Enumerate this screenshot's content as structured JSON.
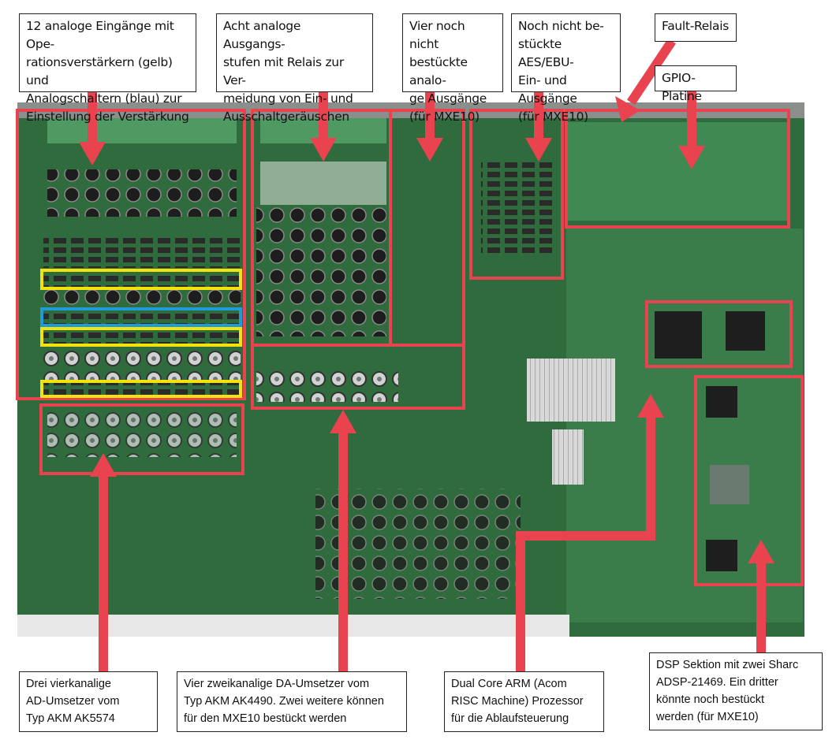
{
  "labels": {
    "inputs": "12 analoge Eingänge mit Operationsverstärkern (gelb) und Analogschaltern (blau) zur Einstellung der Verstärkung",
    "outputs": "Acht analoge Ausgangsstufen mit Relais zur Vermeidung von Ein- und Ausschaltgeräuschen",
    "unpopulated_outputs": "Vier noch nicht bestückte analoge Ausgänge (für MXE10)",
    "aes_ebu": "Noch nicht bestückte AES/EBU-Ein- und Ausgänge (für MXE10)",
    "fault_relay": "Fault-Relais",
    "gpio": "GPIO-Platine",
    "ad_converters": "Drei vierkanalige AD-Umsetzer vom Typ AKM AK5574",
    "da_converters": "Vier zweikanalige DA-Umsetzer vom Typ AKM AK4490. Zwei weitere können für den MXE10 bestückt werden",
    "arm": "Dual Core ARM (Acom RISC Machine) Prozessor für die Ablaufsteuerung",
    "dsp": "DSP Sektion mit zwei Sharc ADSP-21469. Ein dritter könnte noch bestückt werden (für MXE10)"
  },
  "label_lines": {
    "inputs": "12 analoge Eingänge mit Ope-\nrationsverstärkern (gelb) und\nAnalogschaltern (blau) zur\nEinstellung der Verstärkung",
    "outputs": "Acht analoge Ausgangs-\nstufen mit Relais zur Ver-\nmeidung von Ein- und\nAusschaltgeräuschen",
    "unpopulated_outputs": "Vier noch nicht\nbestückte analo-\nge Ausgänge\n(für MXE10)",
    "aes_ebu": "Noch nicht be-\nstückte AES/EBU-\nEin- und Ausgänge\n(für MXE10)",
    "fault_relay": "Fault-Relais",
    "gpio": "GPIO-Platine",
    "ad_converters": "Drei vierkanalige\nAD-Umsetzer vom\nTyp AKM AK5574",
    "da_converters": "Vier zweikanalige DA-Umsetzer vom\nTyp AKM AK4490. Zwei weitere können\nfür den MXE10 bestückt werden",
    "arm": "Dual Core ARM (Acom\nRISC Machine) Prozessor\nfür die Ablaufsteuerung",
    "dsp": "DSP Sektion mit zwei Sharc\nADSP-21469. Ein dritter\nkönnte noch bestückt\nwerden (für MXE10)"
  },
  "colors": {
    "highlight_red": "#e8434f",
    "opamp_yellow": "#f2e30f",
    "switch_blue": "#1f9bd7",
    "pcb_green": "#2f6b3c",
    "pcb_green_light": "#4a8a5a"
  }
}
